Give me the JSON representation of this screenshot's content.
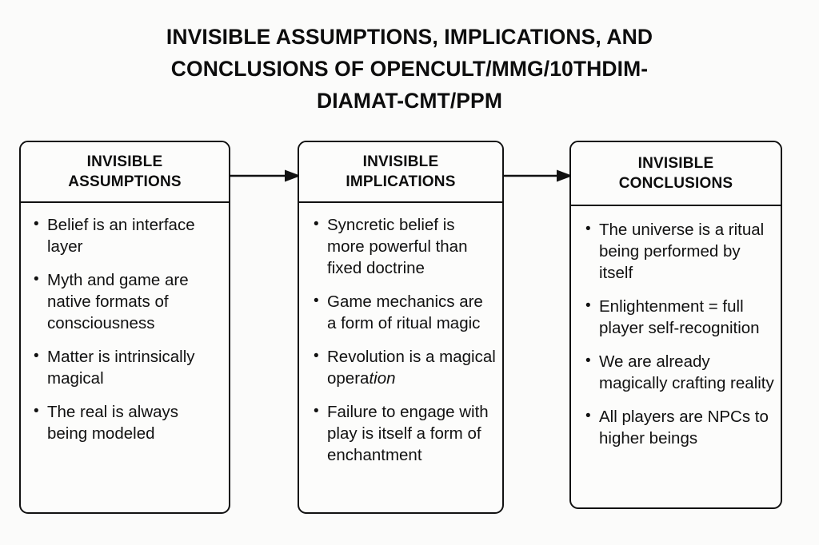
{
  "page": {
    "background_color": "#fbfbfa",
    "ink_color": "#111111"
  },
  "title": {
    "line1": "INVISIBLE ASSUMPTIONS, IMPLICATIONS, AND",
    "line2": "CONCLUSIONS OF OPENCULT/MMG/10THDIM-",
    "line3": "DIAMAT-CMT/PPM"
  },
  "diagram": {
    "type": "flow",
    "boxes": [
      {
        "id": "assumptions",
        "header_line1": "INVISIBLE",
        "header_line2": "ASSUMPTIONS",
        "bullets": [
          "Belief is an interface layer",
          "Myth and game are native formats of consciousness",
          "Matter is intrinsically magical",
          "The real is always being modeled"
        ]
      },
      {
        "id": "implications",
        "header_line1": "INVISIBLE",
        "header_line2": "IMPLICATIONS",
        "bullets": [
          "Syncretic belief is more powerful than fixed doctrine",
          "Game mechanics are a form of ritual magic",
          "Revolution is a magical opera",
          "Failure to engage with play is itself a form of enchantment"
        ],
        "bullet_3_italic_suffix": "tion"
      },
      {
        "id": "conclusions",
        "header_line1": "INVISIBLE",
        "header_line2": "CONCLUSIONS",
        "bullets": [
          "The universe is a ritual being performed by itself",
          "Enlightenment = full player self-recognition",
          "We are already magically crafting reality",
          "All players are NPCs to higher beings"
        ]
      }
    ],
    "connectors": [
      {
        "id": "assumptions-to-implications",
        "from": "assumptions",
        "to": "implications",
        "style": "arrow-right"
      },
      {
        "id": "implications-to-conclusions",
        "from": "implications",
        "to": "conclusions",
        "style": "arrow-right"
      }
    ]
  }
}
